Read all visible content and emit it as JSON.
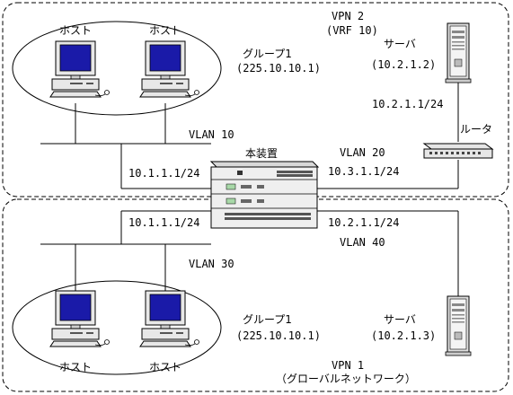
{
  "vpn2": {
    "name": "VPN 2",
    "vrf": "(VRF 10)"
  },
  "vpn1": {
    "name": "VPN 1",
    "vrf": "（グローバルネットワーク）"
  },
  "device": {
    "label": "本装置"
  },
  "router": {
    "label": "ルータ"
  },
  "host_label": "ホスト",
  "top_group": {
    "name": "グループ1",
    "address": "(225.10.10.1)"
  },
  "bottom_group": {
    "name": "グループ1",
    "address": "(225.10.10.1)"
  },
  "top_server": {
    "label": "サーバ",
    "address": "(10.2.1.2)"
  },
  "bottom_server": {
    "label": "サーバ",
    "address": "(10.2.1.3)"
  },
  "networks": {
    "vlan10": "VLAN 10",
    "vlan20": "VLAN 20",
    "vlan30": "VLAN 30",
    "vlan40": "VLAN 40",
    "net_10_2_1_1_top": "10.2.1.1/24",
    "net_10_1_1_1_top": "10.1.1.1/24",
    "net_10_3_1_1": "10.3.1.1/24",
    "net_10_1_1_1_bottom": "10.1.1.1/24",
    "net_10_2_1_1_bottom": "10.2.1.1/24"
  }
}
